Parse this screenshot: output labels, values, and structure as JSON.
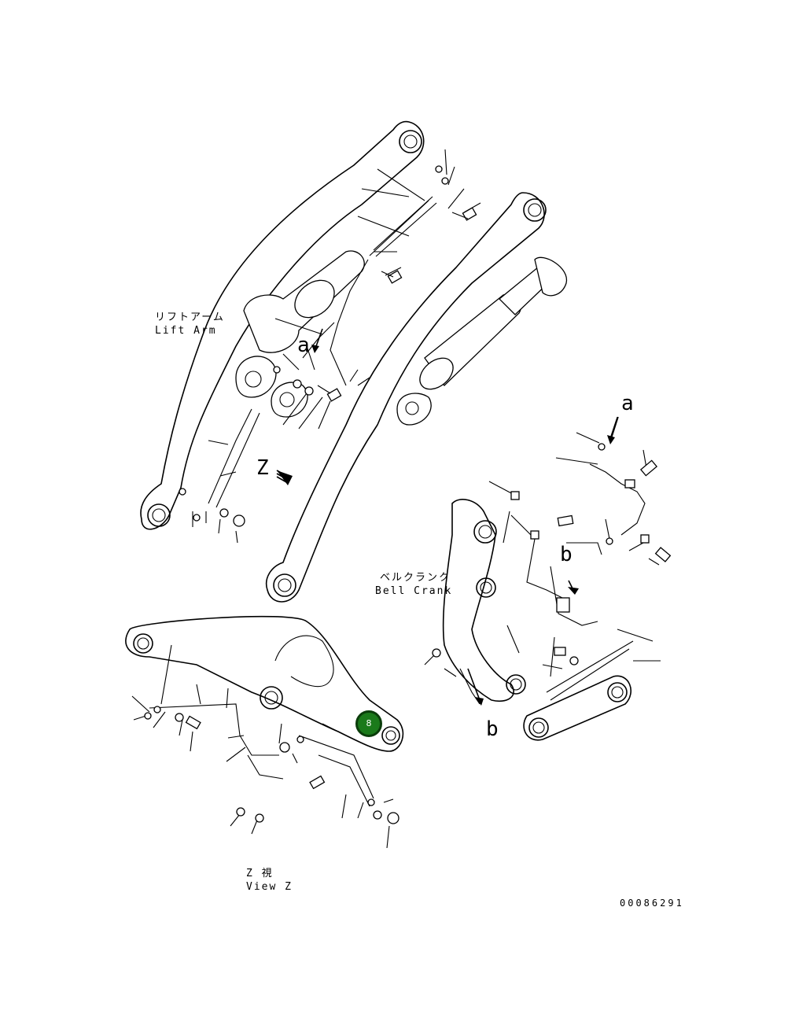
{
  "labels": {
    "lift_arm_jp": "リフトアーム",
    "lift_arm_en": "Lift Arm",
    "bell_crank_jp": "ベルクランク",
    "bell_crank_en": "Bell Crank",
    "view_z_jp": "Z 視",
    "view_z_en": "View Z",
    "drawing_number": "00086291",
    "ref_a": "a",
    "ref_b": "b",
    "ref_z": "Z"
  },
  "callout": {
    "number": "8",
    "color": "#1b7a1b"
  }
}
